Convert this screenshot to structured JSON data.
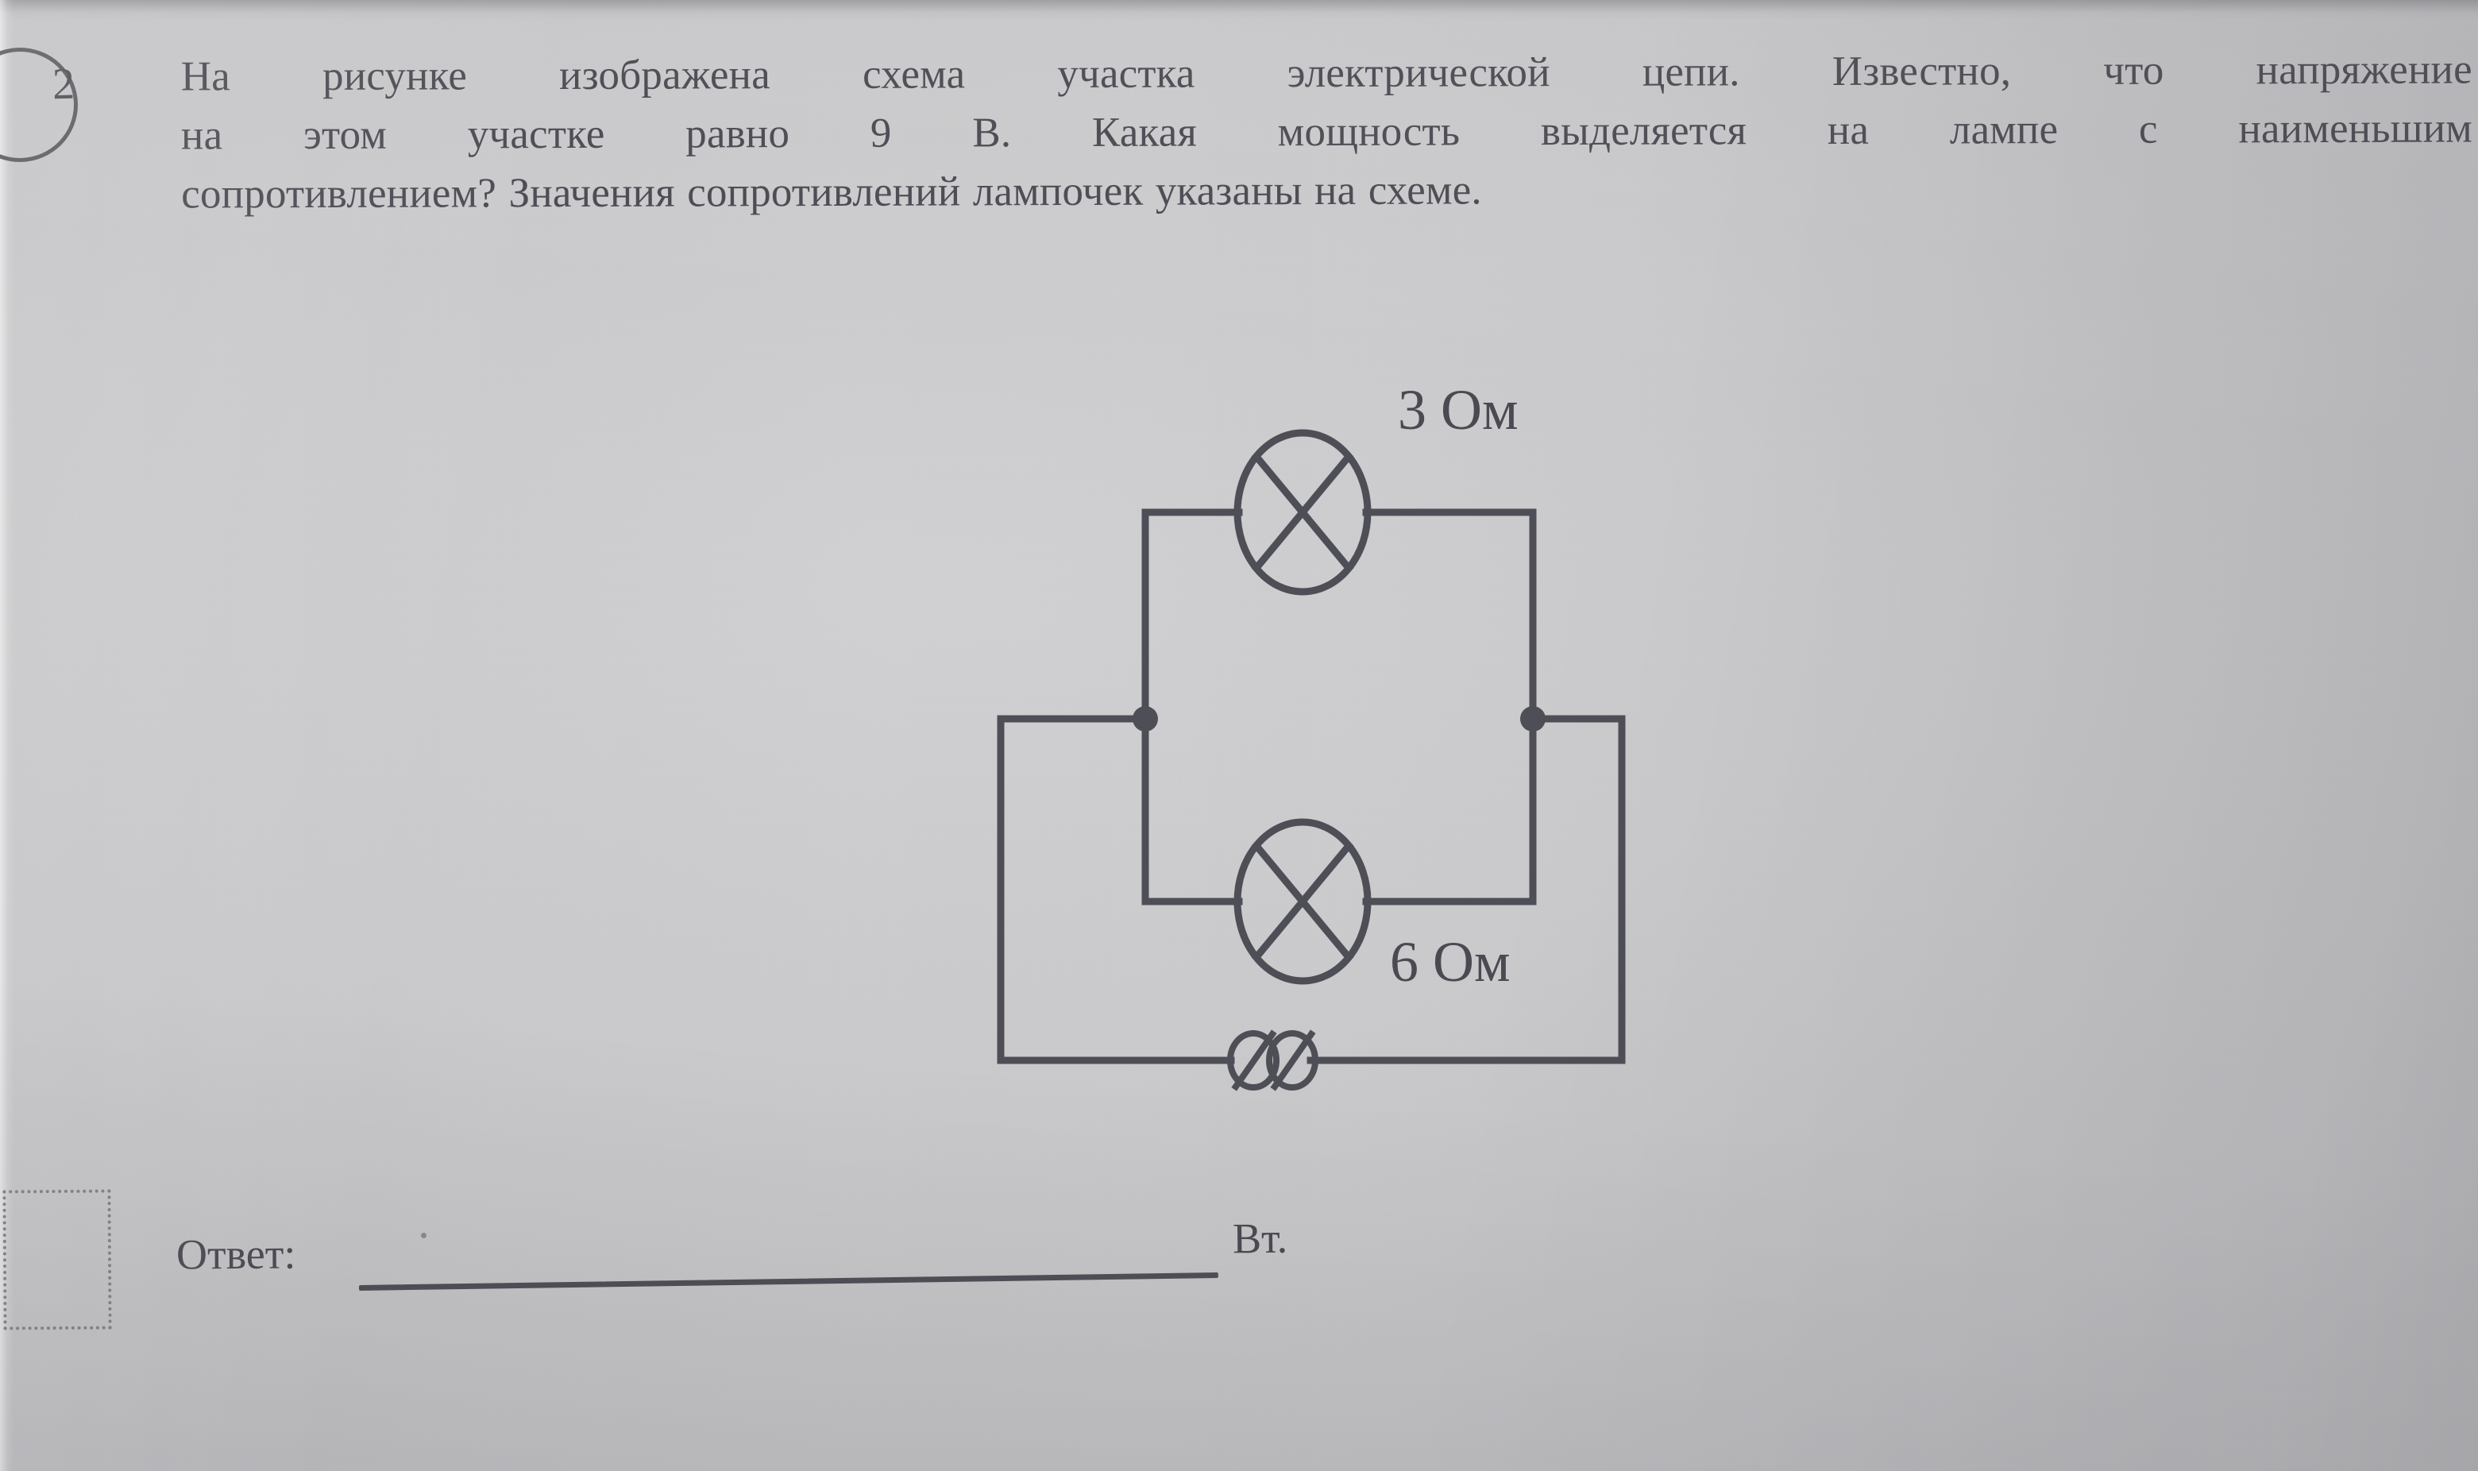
{
  "task": {
    "number": "2"
  },
  "question": {
    "line1": "На рисунке изображена схема участка электрической цепи. Известно, что напряжение",
    "line2": "на этом участке равно 9 В. Какая мощность выделяется на лампе с наименьшим",
    "line3": "сопротивлением?  Значения сопротивлений лампочек указаны на схеме."
  },
  "circuit": {
    "lamp_top_label": "3 Ом",
    "lamp_bottom_label": "6 Ом",
    "lamp_top_resistance": 3,
    "lamp_bottom_resistance": 6,
    "resistance_unit": "Ом",
    "voltage": "9 В",
    "ink_color": "#4e4e57",
    "nodes": 2,
    "terminals": 2,
    "lamp_symbol": "lamp-crossed-circle",
    "terminal_symbol": "terminal-slashed-circle"
  },
  "answer": {
    "label": "Ответ:",
    "value": "",
    "unit": "Вт."
  }
}
